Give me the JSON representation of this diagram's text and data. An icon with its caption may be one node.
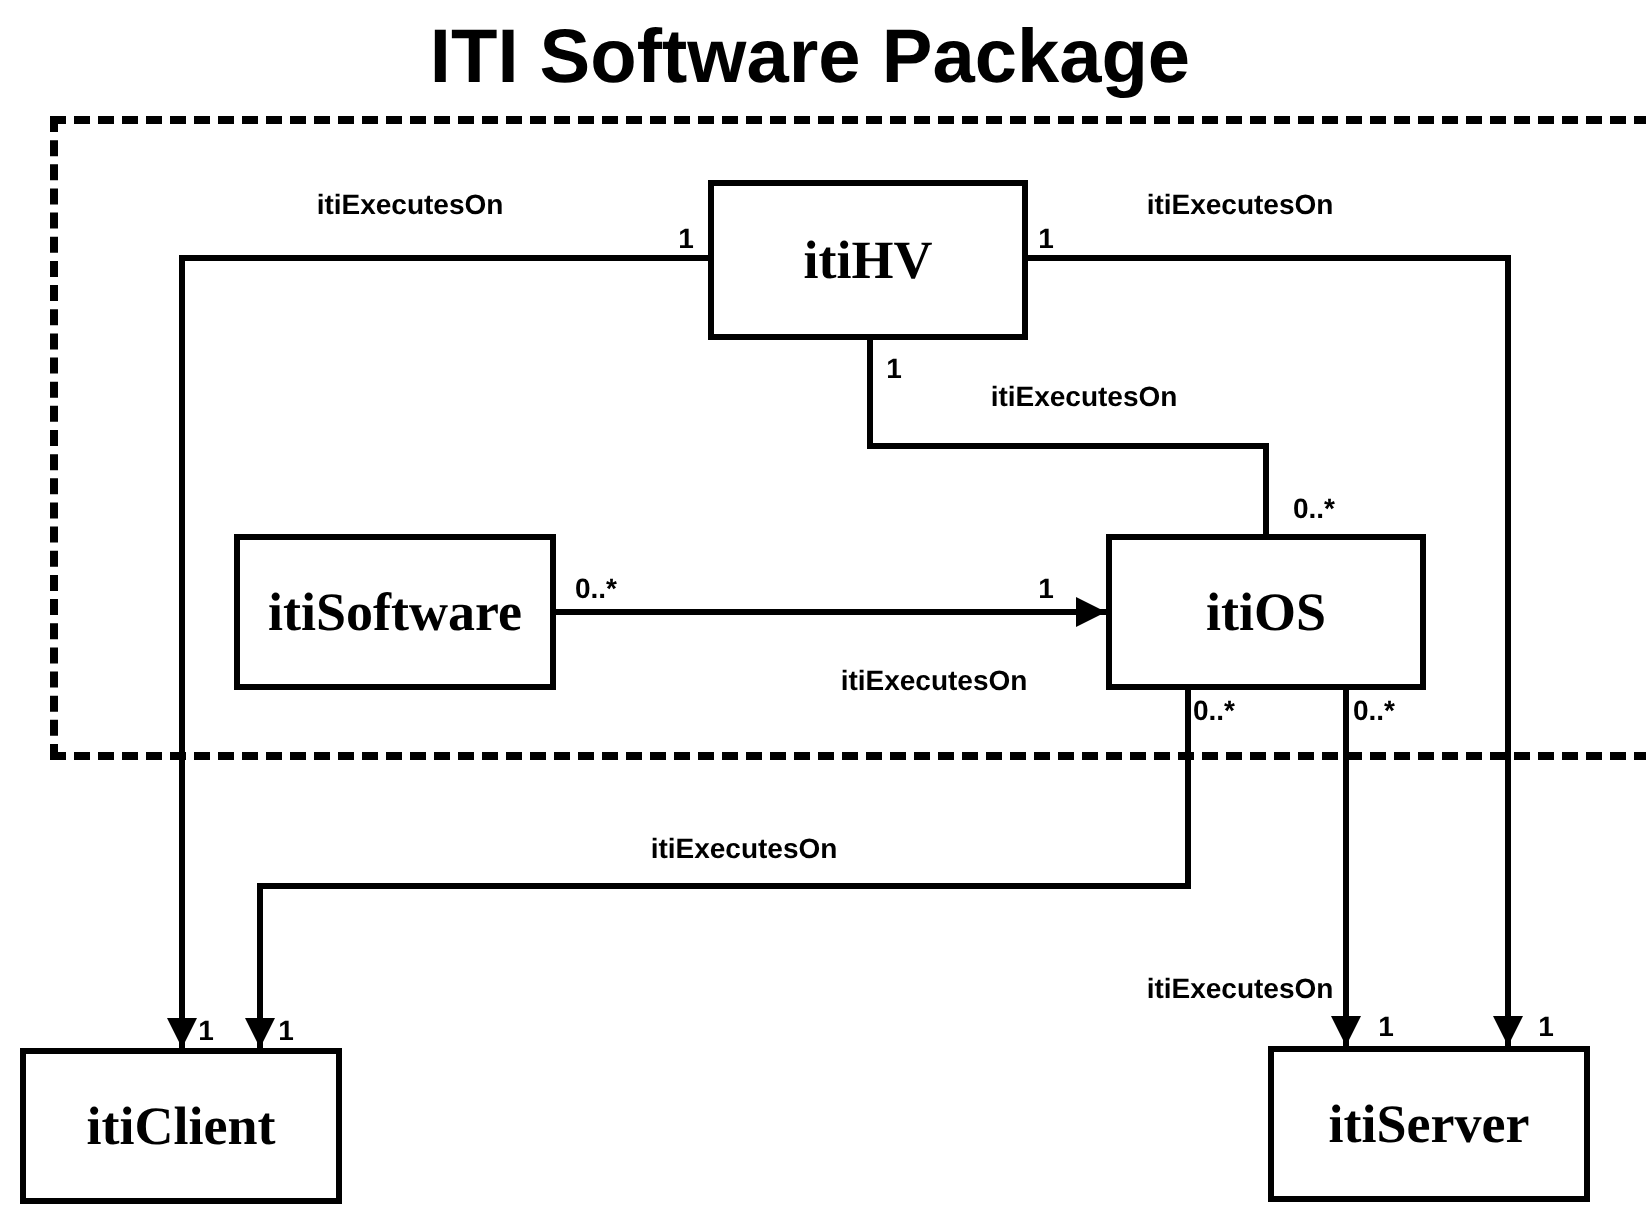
{
  "diagram": {
    "nodes": [
      {
        "text": [
          "ITI Software Package"
        ]
      },
      {
        "text": [
          "itiHV"
        ],
        "in": 0
      },
      {
        "text": [
          "itiSoftware"
        ],
        "in": 0
      },
      {
        "text": [
          "itiOS"
        ],
        "in": 0
      },
      {
        "text": [
          "itiClient"
        ]
      },
      {
        "text": [
          "itiServer"
        ]
      }
    ],
    "edges": [
      {
        "from": 1,
        "to": 4,
        "arrow": "to",
        "label": "itiExecutesOn"
      },
      {
        "from": 1,
        "to": 5,
        "arrow": "to",
        "label": "itiExecutesOn"
      },
      {
        "from": 3,
        "to": 1,
        "arrow": "none",
        "label": "itiExecutesOn"
      },
      {
        "from": 2,
        "to": 3,
        "arrow": "to",
        "label": "itiExecutesOn"
      },
      {
        "from": 3,
        "to": 4,
        "arrow": "to",
        "label": "itiExecutesOn"
      },
      {
        "from": 3,
        "to": 5,
        "arrow": "to",
        "label": "itiExecutesOn"
      }
    ],
    "labels": [
      "1",
      "1",
      "1",
      "0..*",
      "0..*",
      "1",
      "0..*",
      "0..*",
      "1",
      "1",
      "1",
      "1"
    ]
  }
}
